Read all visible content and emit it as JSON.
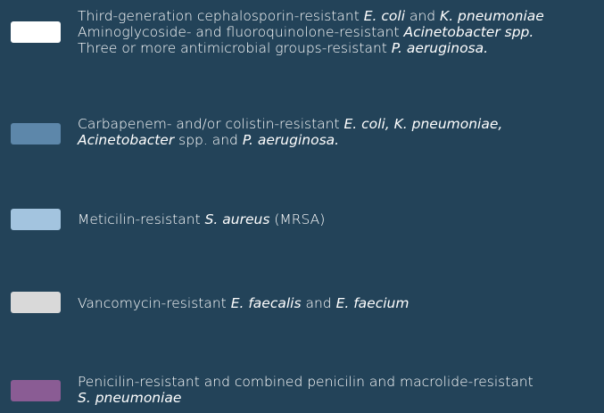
{
  "legend": {
    "items": [
      {
        "color": "#ffffff",
        "lines": [
          [
            {
              "t": "Third-generation cephalosporin-resistant ",
              "i": false
            },
            {
              "t": "E. coli",
              "i": true
            },
            {
              "t": " and ",
              "i": false
            },
            {
              "t": "K. pneumoniae",
              "i": true
            }
          ],
          [
            {
              "t": "Aminoglycoside- and fluoroquinolone-resistant ",
              "i": false
            },
            {
              "t": "Acinetobacter spp.",
              "i": true
            }
          ],
          [
            {
              "t": "Three or more antimicrobial groups-resistant ",
              "i": false
            },
            {
              "t": "P. aeruginosa.",
              "i": true
            }
          ]
        ]
      },
      {
        "color": "#5d87aa",
        "lines": [
          [
            {
              "t": "Carbapenem- and/or colistin-resistant ",
              "i": false
            },
            {
              "t": "E. coli, K. pneumoniae,",
              "i": true
            }
          ],
          [
            {
              "t": "Acinetobacter",
              "i": true
            },
            {
              "t": " spp. and ",
              "i": false
            },
            {
              "t": "P. aeruginosa.",
              "i": true
            }
          ]
        ]
      },
      {
        "color": "#a3c4df",
        "lines": [
          [
            {
              "t": "Meticilin-resistant ",
              "i": false
            },
            {
              "t": "S. aureus",
              "i": true
            },
            {
              "t": " (MRSA)",
              "i": false
            }
          ]
        ]
      },
      {
        "color": "#d9d9d9",
        "lines": [
          [
            {
              "t": "Vancomycin-resistant ",
              "i": false
            },
            {
              "t": "E. faecalis",
              "i": true
            },
            {
              "t": " and ",
              "i": false
            },
            {
              "t": "E. faecium",
              "i": true
            }
          ]
        ]
      },
      {
        "color": "#8a5c94",
        "lines": [
          [
            {
              "t": "Penicilin-resistant and combined penicilin and macrolide-resistant",
              "i": false
            }
          ],
          [
            {
              "t": "S. pneumoniae",
              "i": true
            }
          ]
        ]
      }
    ]
  }
}
